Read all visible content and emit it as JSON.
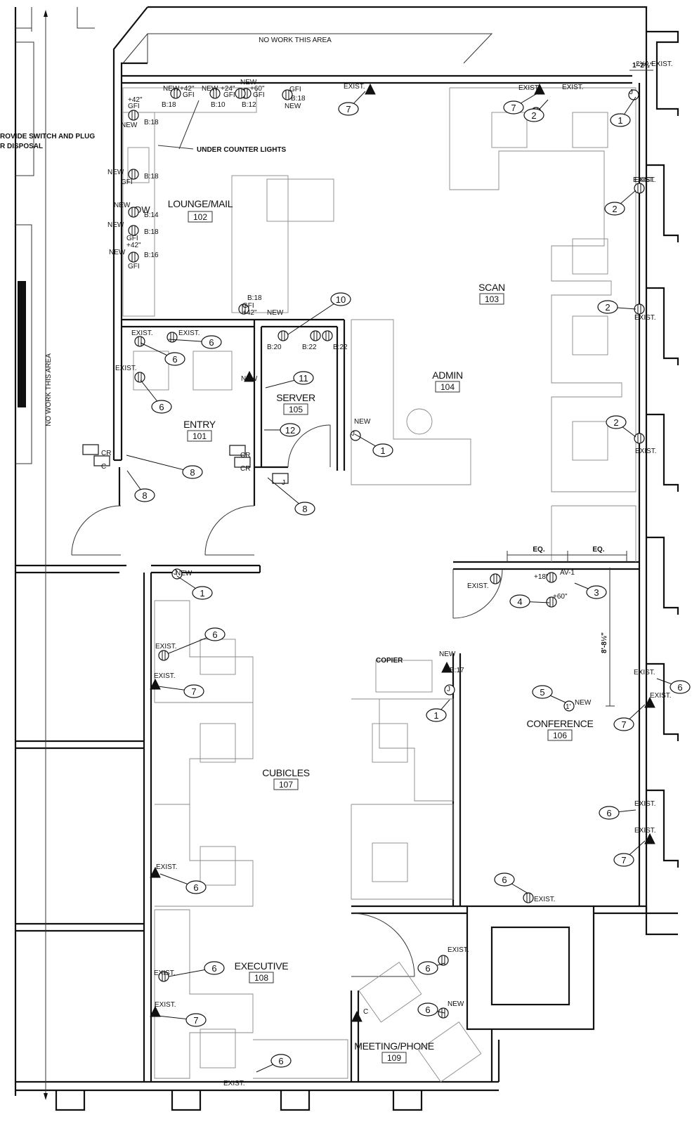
{
  "notes": {
    "no_work_top": "NO WORK THIS AREA",
    "no_work_left": "NO WORK THIS AREA",
    "under_counter": "UNDER COUNTER LIGHTS",
    "disposal_line1": "ROVIDE SWITCH AND PLUG",
    "disposal_line2": "R DISPOSAL",
    "copier": "COPIER",
    "dim_eq1": "EQ.",
    "dim_eq2": "EQ.",
    "dim_height": "8'-8½\"",
    "dim_corner": "1'-2½\"",
    "dw": "DW"
  },
  "rooms": [
    {
      "name": "LOUNGE/MAIL",
      "number": "102"
    },
    {
      "name": "SCAN",
      "number": "103"
    },
    {
      "name": "ADMIN",
      "number": "104"
    },
    {
      "name": "SERVER",
      "number": "105"
    },
    {
      "name": "ENTRY",
      "number": "101"
    },
    {
      "name": "CONFERENCE",
      "number": "106"
    },
    {
      "name": "CUBICLES",
      "number": "107"
    },
    {
      "name": "EXECUTIVE",
      "number": "108"
    },
    {
      "name": "MEETING/PHONE",
      "number": "109"
    }
  ],
  "labels": [
    "NEW",
    "+42\"",
    "GFI",
    "B:18",
    "NEW",
    "+24\"",
    "GFI",
    "B:10",
    "NEW",
    "+60\"",
    "GFI",
    "B:12",
    "GFI",
    "B:18",
    "NEW",
    "EXIST.",
    "EXIST.",
    "EXIST.",
    "+42\"",
    "GFI",
    "NEW",
    "B:18",
    "NEW",
    "GFI",
    "B:18",
    "NEW",
    "B:14",
    "NEW",
    "B:18",
    "GFI",
    "+42\"",
    "NEW",
    "B:16",
    "GFI",
    "B:18",
    "GFI",
    "+42\"",
    "NEW",
    "B:20",
    "B:22",
    "B:22",
    "EXIST.",
    "EXIST.",
    "EXIST.",
    "NEW",
    "NEW",
    "EXIST.",
    "EXIST.",
    "EXIST.",
    "NEW",
    "EXIST.",
    "+18\"",
    "AV-1",
    "+60\"",
    "NEW",
    "B:17",
    "NEW",
    "EXIST.",
    "EXIST.",
    "EXIST.",
    "EXIST.",
    "EXIST.",
    "EXIST.",
    "EXIST.",
    "EXIST.",
    "EXIST.",
    "EXIST.",
    "EXIST.",
    "NEW",
    "EXIST.",
    "C",
    "CR",
    "C",
    "CR",
    "CR",
    "J",
    "J",
    "J",
    "J",
    "J",
    "1'",
    "2½\"",
    "EXIST.",
    "EXIST."
  ],
  "bubbles": [
    "7",
    "7",
    "2",
    "1",
    "2",
    "2",
    "2",
    "10",
    "11",
    "12",
    "6",
    "6",
    "6",
    "1",
    "8",
    "8",
    "8",
    "1",
    "6",
    "7",
    "4",
    "3",
    "5",
    "6",
    "7",
    "1",
    "6",
    "7",
    "6",
    "6",
    "6",
    "6",
    "6",
    "7",
    "6"
  ]
}
